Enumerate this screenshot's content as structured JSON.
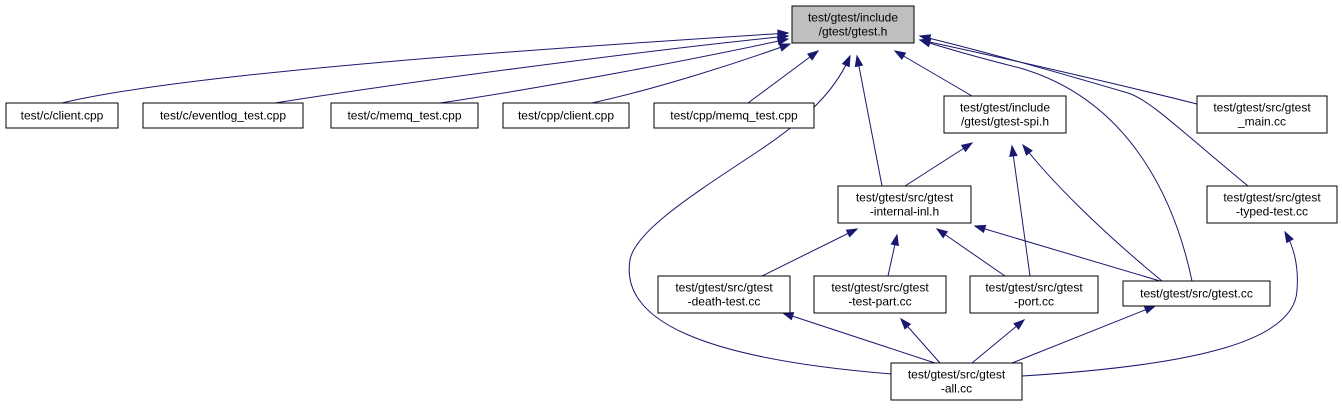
{
  "graph": {
    "edge_color": "#191970",
    "root_fill": "#bfbfbf",
    "nodes": [
      {
        "id": "gtest_h",
        "lines": [
          "test/gtest/include",
          "/gtest/gtest.h"
        ]
      },
      {
        "id": "c_client",
        "lines": [
          "test/c/client.cpp"
        ]
      },
      {
        "id": "c_eventlog",
        "lines": [
          "test/c/eventlog_test.cpp"
        ]
      },
      {
        "id": "c_memq",
        "lines": [
          "test/c/memq_test.cpp"
        ]
      },
      {
        "id": "cpp_client",
        "lines": [
          "test/cpp/client.cpp"
        ]
      },
      {
        "id": "cpp_memq",
        "lines": [
          "test/cpp/memq_test.cpp"
        ]
      },
      {
        "id": "gtest_spi",
        "lines": [
          "test/gtest/include",
          "/gtest/gtest-spi.h"
        ]
      },
      {
        "id": "gtest_main",
        "lines": [
          "test/gtest/src/gtest",
          "_main.cc"
        ]
      },
      {
        "id": "internal_inl",
        "lines": [
          "test/gtest/src/gtest",
          "-internal-inl.h"
        ]
      },
      {
        "id": "typed_test",
        "lines": [
          "test/gtest/src/gtest",
          "-typed-test.cc"
        ]
      },
      {
        "id": "death_test",
        "lines": [
          "test/gtest/src/gtest",
          "-death-test.cc"
        ]
      },
      {
        "id": "test_part",
        "lines": [
          "test/gtest/src/gtest",
          "-test-part.cc"
        ]
      },
      {
        "id": "port",
        "lines": [
          "test/gtest/src/gtest",
          "-port.cc"
        ]
      },
      {
        "id": "gtest_cc",
        "lines": [
          "test/gtest/src/gtest.cc"
        ]
      },
      {
        "id": "all",
        "lines": [
          "test/gtest/src/gtest",
          "-all.cc"
        ]
      }
    ],
    "edges": [
      {
        "from": "c_client",
        "to": "gtest_h"
      },
      {
        "from": "c_eventlog",
        "to": "gtest_h"
      },
      {
        "from": "c_memq",
        "to": "gtest_h"
      },
      {
        "from": "cpp_client",
        "to": "gtest_h"
      },
      {
        "from": "cpp_memq",
        "to": "gtest_h"
      },
      {
        "from": "gtest_spi",
        "to": "gtest_h"
      },
      {
        "from": "gtest_main",
        "to": "gtest_h"
      },
      {
        "from": "typed_test",
        "to": "gtest_h"
      },
      {
        "from": "internal_inl",
        "to": "gtest_h"
      },
      {
        "from": "gtest_cc",
        "to": "gtest_h"
      },
      {
        "from": "all",
        "to": "gtest_h"
      },
      {
        "from": "internal_inl",
        "to": "gtest_spi"
      },
      {
        "from": "port",
        "to": "gtest_spi"
      },
      {
        "from": "gtest_cc",
        "to": "gtest_spi"
      },
      {
        "from": "death_test",
        "to": "internal_inl"
      },
      {
        "from": "test_part",
        "to": "internal_inl"
      },
      {
        "from": "port",
        "to": "internal_inl"
      },
      {
        "from": "gtest_cc",
        "to": "internal_inl"
      },
      {
        "from": "all",
        "to": "typed_test"
      },
      {
        "from": "all",
        "to": "death_test"
      },
      {
        "from": "all",
        "to": "test_part"
      },
      {
        "from": "all",
        "to": "port"
      },
      {
        "from": "all",
        "to": "gtest_cc"
      }
    ]
  }
}
